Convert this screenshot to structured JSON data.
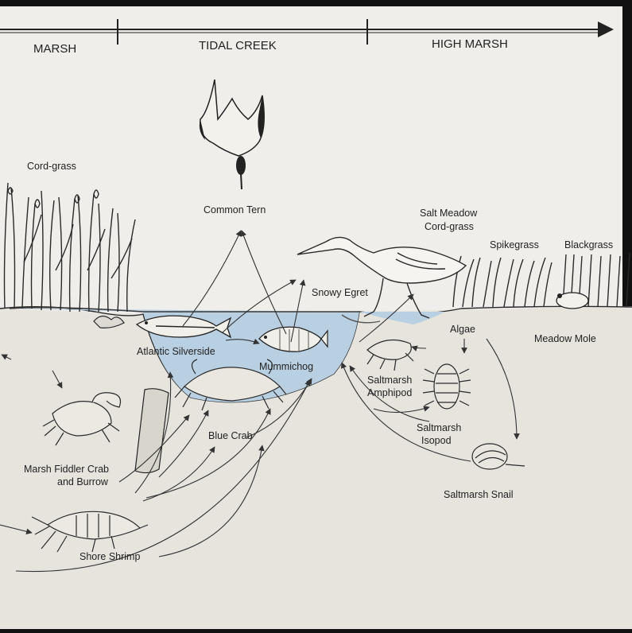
{
  "zones": {
    "marsh": "MARSH",
    "tidal_creek": "TIDAL CREEK",
    "high_marsh": "HIGH MARSH"
  },
  "labels": {
    "cord_grass": "Cord-grass",
    "common_tern": "Common Tern",
    "salt_meadow_1": "Salt Meadow",
    "salt_meadow_2": "Cord-grass",
    "spikegrass": "Spikegrass",
    "blackgrass": "Blackgrass",
    "snowy_egret": "Snowy Egret",
    "algae": "Algae",
    "meadow_mole": "Meadow Mole",
    "atlantic_silverside": "Atlantic Silverside",
    "mummichog": "Mummichog",
    "amphipod_1": "Saltmarsh",
    "amphipod_2": "Amphipod",
    "isopod_1": "Saltmarsh",
    "isopod_2": "Isopod",
    "marsh_fiddler_1": "Marsh Fiddler Crab",
    "marsh_fiddler_2": "and Burrow",
    "blue_crab": "Blue Crab",
    "saltmarsh_snail": "Saltmarsh Snail",
    "shore_shrimp": "Shore Shrimp"
  },
  "colors": {
    "paper": "#efeeea",
    "water": "#b9cfe2",
    "ink": "#2a2a2a",
    "frame": "#111111"
  }
}
